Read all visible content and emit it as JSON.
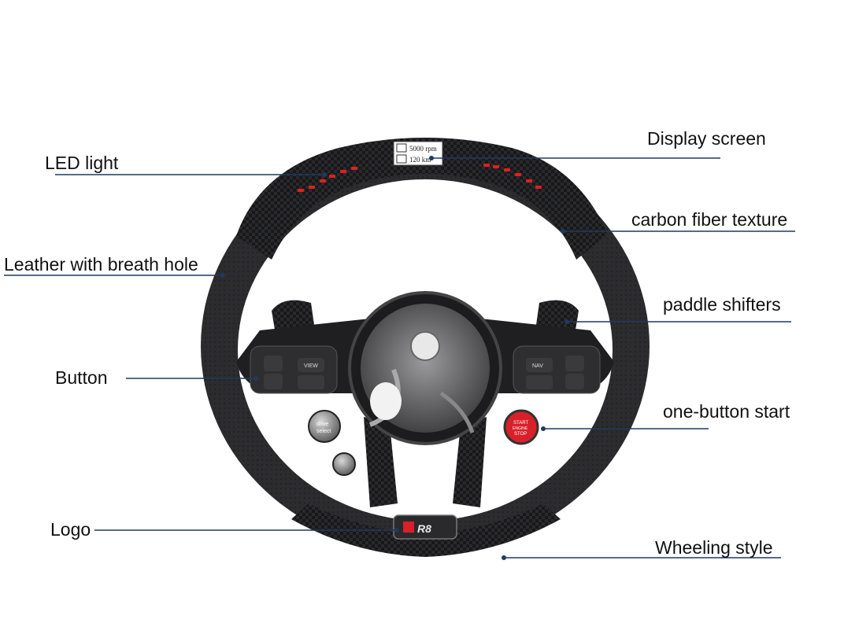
{
  "labels": {
    "led_light": "LED light",
    "display_screen": "Display screen",
    "carbon_fiber": "carbon fiber texture",
    "leather": "Leather with breath hole",
    "paddle_shifters": "paddle shifters",
    "button": "Button",
    "one_button_start": "one-button start",
    "logo": "Logo",
    "wheeling_style": "Wheeling style"
  },
  "screen": {
    "line1": "5000 rpm",
    "line2": "120 km"
  },
  "wheel_buttons": {
    "view": "VIEW",
    "nav": "NAV",
    "drive_select_1": "drive",
    "drive_select_2": "select",
    "start_1": "START",
    "start_2": "ENGINE",
    "start_3": "STOP",
    "badge": "R8"
  },
  "colors": {
    "leather": "#2b2b2d",
    "carbon": "#1a1a1c",
    "led": "#e0201c",
    "leader": "#1f3a5f",
    "start_button": "#d8202a"
  }
}
